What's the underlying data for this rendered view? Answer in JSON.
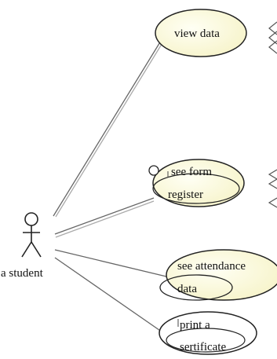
{
  "actor": {
    "label": "a student"
  },
  "use_cases": [
    {
      "id": "view-data",
      "lines": [
        "view data"
      ]
    },
    {
      "id": "see-form-register",
      "lines": [
        "see form",
        "register"
      ]
    },
    {
      "id": "see-attendance-data",
      "lines": [
        "see attendance",
        "data"
      ]
    },
    {
      "id": "print-a-sertificate",
      "lines": [
        "print a",
        "sertificate"
      ]
    }
  ],
  "colors": {
    "ellipse_fill": "#fbfbe3",
    "stroke": "#222222",
    "association": "#666666"
  }
}
